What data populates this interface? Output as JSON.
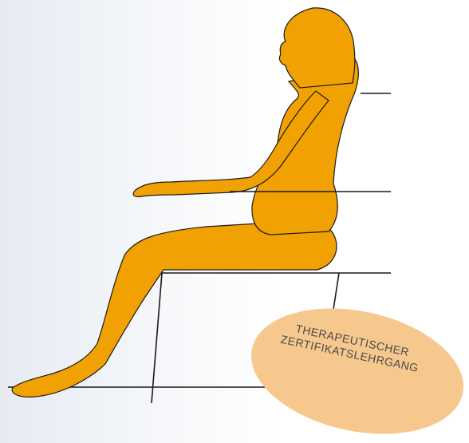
{
  "figure": {
    "colors": {
      "body_fill": "#f2a102",
      "body_outline": "#1a1a1a",
      "lines": "#1a1a1a",
      "badge_fill": "#f6c88d",
      "badge_text": "#4a4a4a"
    },
    "reference_lines": [
      "shoulder-line",
      "elbow-line",
      "seat-line",
      "floor-line"
    ],
    "badge": {
      "line1": "THERAPEUTISCHER",
      "line2": "ZERTIFIKATSLEHRGANG"
    }
  }
}
